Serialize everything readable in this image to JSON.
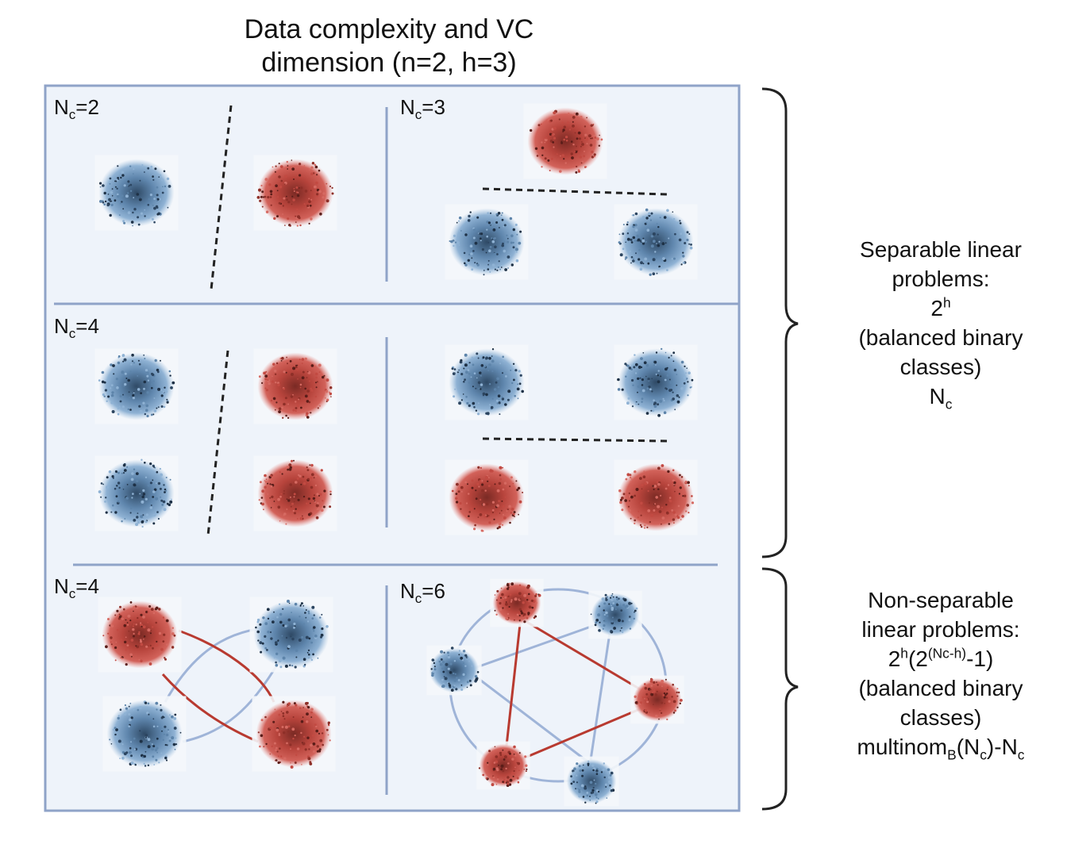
{
  "title": {
    "line1": "Data complexity and VC",
    "line2": "dimension (n=2, h=3)"
  },
  "panels": {
    "p1": {
      "label_base": "N",
      "label_sub": "c",
      "label_rest": "=2"
    },
    "p2": {
      "label_base": "N",
      "label_sub": "c",
      "label_rest": "=3"
    },
    "p3": {
      "label_base": "N",
      "label_sub": "c",
      "label_rest": "=4"
    },
    "p5": {
      "label_base": "N",
      "label_sub": "c",
      "label_rest": "=4"
    },
    "p6": {
      "label_base": "N",
      "label_sub": "c",
      "label_rest": "=6"
    }
  },
  "separable": {
    "line1": "Separable linear",
    "line2": "problems:",
    "formula_base": "2",
    "formula_sup": "h",
    "line4": "(balanced binary",
    "line5": "classes)",
    "nc_base": "N",
    "nc_sub": "c"
  },
  "nonseparable": {
    "line1": "Non-separable",
    "line2": "linear problems:",
    "f_a": "2",
    "f_sup1": "h",
    "f_b": "(2",
    "f_sup2": "(Nc-h)",
    "f_c": "-1)",
    "line4": "(balanced binary",
    "line5": "classes)",
    "m_a": "multinom",
    "m_sub1": "B",
    "m_b": "(N",
    "m_sub2": "c",
    "m_c": ")-N",
    "m_sub3": "c"
  },
  "colors": {
    "red_cluster": "#c0504d",
    "blue_cluster": "#7fa6cc",
    "frame": "#8fa3c8",
    "panel_bg": "#eef3fa",
    "red_edge": "#b83a30",
    "blue_edge": "#9fb4d8"
  }
}
